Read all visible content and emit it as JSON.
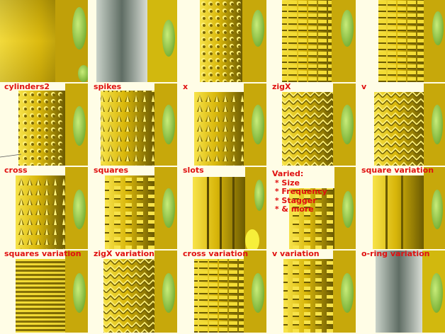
{
  "colors": {
    "background": "#fffde6",
    "label": "#e01010",
    "gold": "#d8b60a",
    "gold_dark": "#6b5a02",
    "gold_light": "#f7e34a",
    "green": "#9fd24a",
    "metal": "#8c9a8f"
  },
  "tiles": [
    {
      "label": "",
      "pattern": "smooth"
    },
    {
      "label": "",
      "pattern": "metal"
    },
    {
      "label": "",
      "pattern": "dots"
    },
    {
      "label": "",
      "pattern": "bricks"
    },
    {
      "label": "",
      "pattern": "bricks"
    },
    {
      "label": "cylinders2",
      "pattern": "dots"
    },
    {
      "label": "spikes",
      "pattern": "spikes"
    },
    {
      "label": "x",
      "pattern": "spikes"
    },
    {
      "label": "zigX",
      "pattern": "zig"
    },
    {
      "label": "v",
      "pattern": "zig"
    },
    {
      "label": "cross",
      "pattern": "spikes"
    },
    {
      "label": "squares",
      "pattern": "squares"
    },
    {
      "label": "slots",
      "pattern": "slots"
    },
    {
      "label": "Varied:\n * Size\n * Frequency\n * Stagger\n * & more",
      "pattern": "varied"
    },
    {
      "label": "square variation",
      "pattern": "slots"
    },
    {
      "label": "squares variation",
      "pattern": "ridges"
    },
    {
      "label": "zigX variation",
      "pattern": "zig"
    },
    {
      "label": "cross variation",
      "pattern": "bricks"
    },
    {
      "label": "v variation",
      "pattern": "squares"
    },
    {
      "label": "o-ring variation",
      "pattern": "metal"
    }
  ]
}
